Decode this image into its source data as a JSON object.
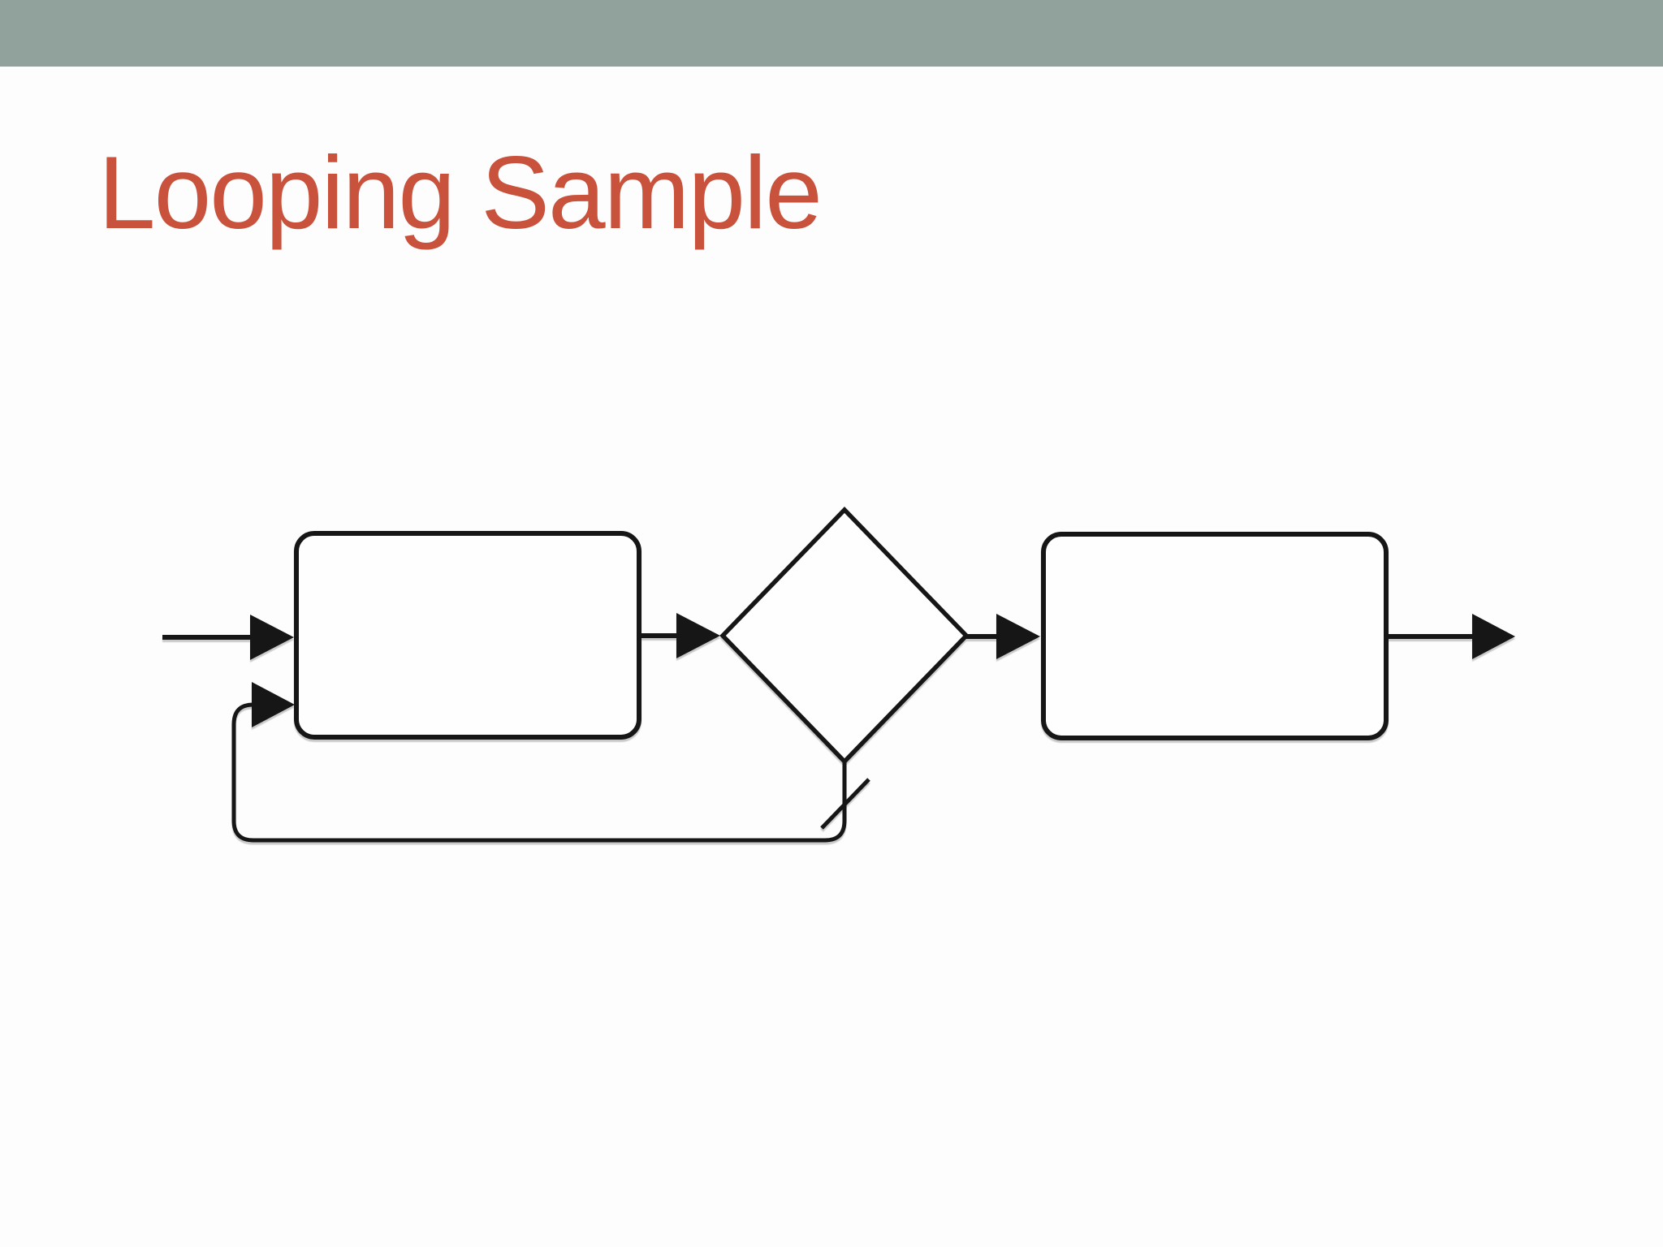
{
  "slide": {
    "title": "Looping Sample"
  },
  "colors": {
    "header_bar": "#91a19b",
    "title_text": "#c9523c",
    "background": "#fdfdfd",
    "diagram_stroke": "#141414",
    "node_fill": "#fefefe"
  },
  "chart_data": {
    "type": "flowchart",
    "title": "Looping Sample",
    "direction": "left-to-right",
    "nodes": [
      {
        "id": "task-1",
        "shape": "rounded-rectangle",
        "label": ""
      },
      {
        "id": "gateway-1",
        "shape": "diamond",
        "label": ""
      },
      {
        "id": "task-2",
        "shape": "rounded-rectangle",
        "label": ""
      }
    ],
    "edges": [
      {
        "id": "edge-start-task1",
        "from": "start",
        "to": "task-1",
        "arrow": true
      },
      {
        "id": "edge-task1-gateway",
        "from": "task-1",
        "to": "gateway-1",
        "arrow": true
      },
      {
        "id": "edge-gateway-task2",
        "from": "gateway-1",
        "to": "task-2",
        "arrow": true
      },
      {
        "id": "edge-task2-end",
        "from": "task-2",
        "to": "end",
        "arrow": true
      },
      {
        "id": "edge-loopback",
        "from": "gateway-1",
        "to": "task-1",
        "arrow": true,
        "marker": "default-flow-slash",
        "route": "down-left-up"
      }
    ]
  }
}
